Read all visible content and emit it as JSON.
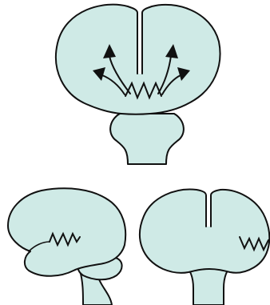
{
  "colors": {
    "tissue": "#cfeae6",
    "outline": "#111111",
    "background": "#ffffff"
  },
  "figures": [
    {
      "view": "frontal",
      "element": "brain-with-spreading-arrows",
      "arrow_count": 4
    },
    {
      "view": "lateral",
      "element": "brain-side-with-zigzag"
    },
    {
      "view": "frontal",
      "element": "brain-front-with-zigzag-right"
    }
  ]
}
